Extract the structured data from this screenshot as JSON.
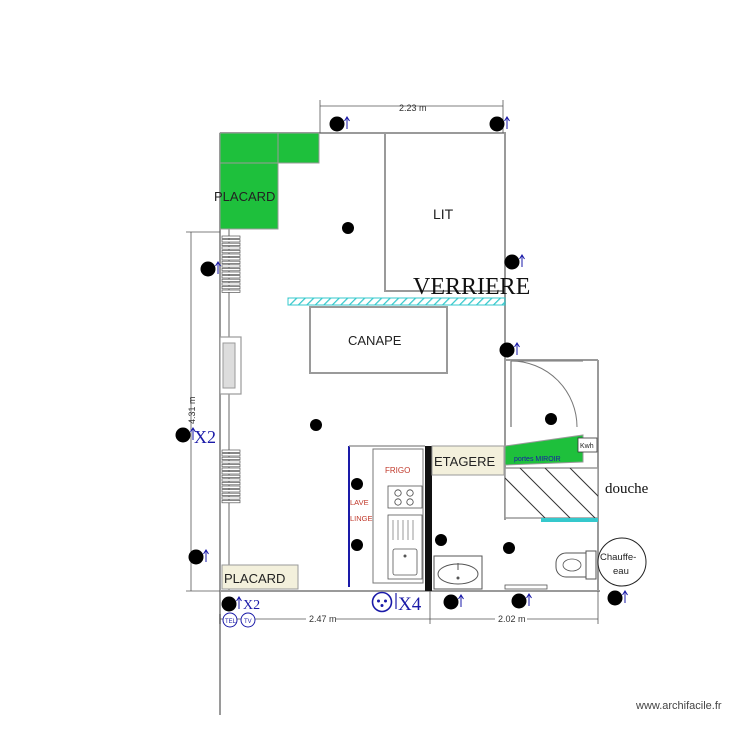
{
  "dimensions": {
    "top_width": "2.23 m",
    "left_height": "4.31 m",
    "bottom_left": "2.47 m",
    "bottom_right": "2.02 m"
  },
  "labels": {
    "placard_top": "PLACARD",
    "lit": "LIT",
    "verriere": "VERRIERE",
    "canape": "CANAPE",
    "etagere": "ETAGERE",
    "frigo": "FRIGO",
    "lave_line1": "LAVE",
    "lave_line2": "LINGE",
    "portes_miroir": "portes MIROIR",
    "kwh": "Kwh",
    "douche": "douche",
    "chauffe_line1": "Chauffe-",
    "chauffe_line2": "eau",
    "placard_bottom": "PLACARD",
    "x2_left": "X2",
    "x2_bottom": "X2",
    "x4_bottom": "X4",
    "tel": "TEL",
    "tv": "TV",
    "watermark": "www.archifacile.fr"
  },
  "colors": {
    "placard_green": "#1ec03c",
    "outlet_blue": "#1a1aa8",
    "light_green": "#2e9a2e",
    "verriere_cyan": "#35c8cc",
    "frigo_red": "#c0392b",
    "placard_beige": "#f3f0dc"
  },
  "icons": [
    "outlet-icon",
    "light-fixture-icon",
    "radiator-icon",
    "tel-jack-icon",
    "tv-jack-icon",
    "door-swing-icon"
  ]
}
